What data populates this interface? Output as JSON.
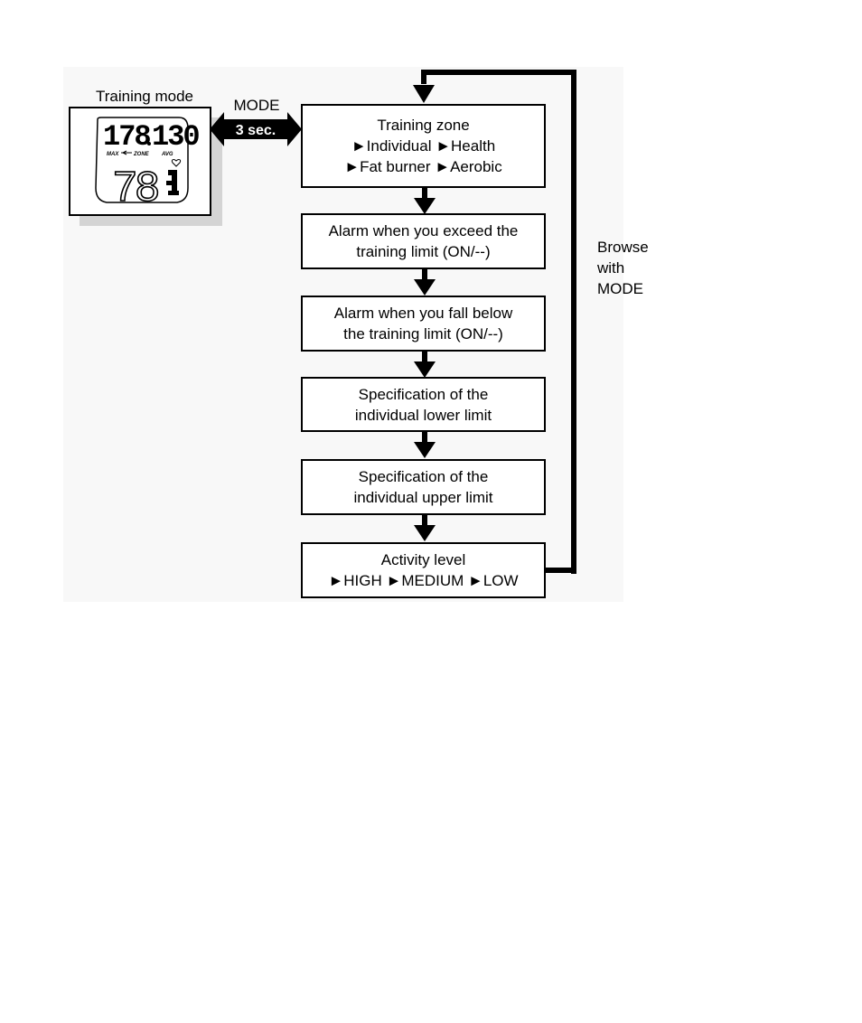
{
  "device": {
    "title": "Training mode",
    "lcd": {
      "top_left": "178",
      "top_right": "130",
      "labels": [
        "MAX",
        "ZONE",
        "AVG"
      ],
      "bottom": "78"
    }
  },
  "mode_button": {
    "label": "MODE",
    "duration": "3 sec."
  },
  "steps": [
    {
      "lines": [
        "Training zone",
        "►Individual ►Health",
        "►Fat burner ►Aerobic"
      ]
    },
    {
      "lines": [
        "Alarm when you exceed the",
        "training limit (ON/--)"
      ]
    },
    {
      "lines": [
        "Alarm when you fall below",
        "the training limit (ON/--)"
      ]
    },
    {
      "lines": [
        "Specification of the",
        "individual lower limit"
      ]
    },
    {
      "lines": [
        "Specification of the",
        "individual upper limit"
      ]
    },
    {
      "lines": [
        "Activity level",
        "►HIGH ►MEDIUM ►LOW"
      ]
    }
  ],
  "loop_label": {
    "lines": [
      "Browse",
      "with",
      "MODE"
    ]
  },
  "colors": {
    "line": "#000000",
    "panel": "#f8f8f8",
    "shadow": "#d4d4d4"
  }
}
